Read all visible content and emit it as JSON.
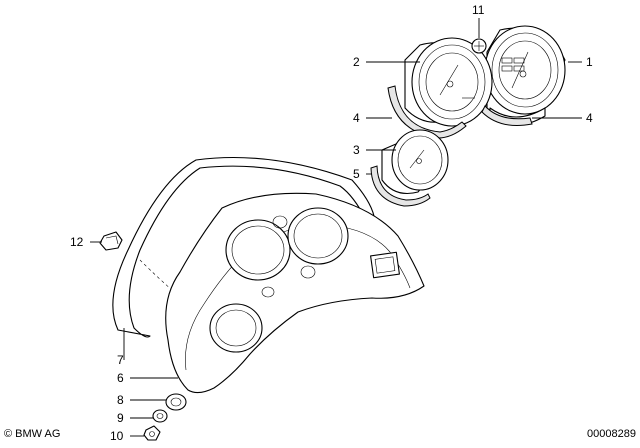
{
  "callouts": [
    {
      "id": "c1",
      "label": "1"
    },
    {
      "id": "c2",
      "label": "2"
    },
    {
      "id": "c3",
      "label": "3"
    },
    {
      "id": "c4a",
      "label": "4"
    },
    {
      "id": "c4b",
      "label": "4"
    },
    {
      "id": "c5",
      "label": "5"
    },
    {
      "id": "c6",
      "label": "6"
    },
    {
      "id": "c7",
      "label": "7"
    },
    {
      "id": "c8",
      "label": "8"
    },
    {
      "id": "c9",
      "label": "9"
    },
    {
      "id": "c10",
      "label": "10"
    },
    {
      "id": "c11",
      "label": "11"
    },
    {
      "id": "c12",
      "label": "12"
    }
  ],
  "footer": {
    "copyright": "© BMW AG",
    "doc_number": "00008289"
  }
}
